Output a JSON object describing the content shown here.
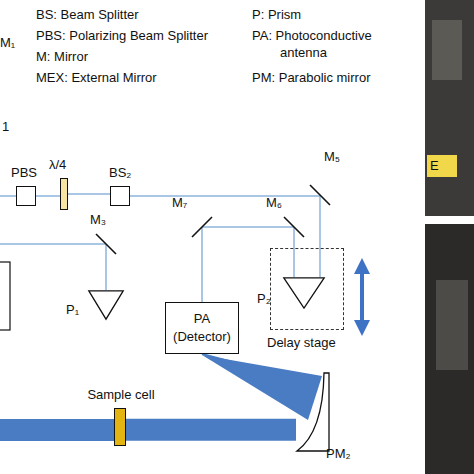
{
  "diagram": {
    "nodes": [
      {
        "text": [
          "PBS"
        ]
      },
      {
        "text": [
          "λ/4"
        ]
      },
      {
        "text": [
          "BS₂"
        ]
      },
      {
        "text": [
          "M₃"
        ]
      },
      {
        "text": [
          "P₁"
        ]
      },
      {
        "text": [
          "M₅"
        ]
      },
      {
        "text": [
          "Delay stage"
        ]
      },
      {
        "text": [
          "P₂"
        ],
        "in": 6
      },
      {
        "text": [
          "M₆"
        ]
      },
      {
        "text": [
          "M₇"
        ]
      },
      {
        "text": [
          "PA",
          "(Detector)"
        ]
      },
      {
        "text": [
          "PM₂"
        ]
      },
      {
        "text": [
          "Sample cell"
        ]
      }
    ],
    "edges": [
      {
        "from": 0,
        "to": 1,
        "arrow": "none"
      },
      {
        "from": 1,
        "to": 2,
        "arrow": "none"
      },
      {
        "from": 2,
        "to": 5,
        "arrow": "none"
      },
      {
        "from": 5,
        "to": 7,
        "arrow": "none"
      },
      {
        "from": 7,
        "to": 8,
        "arrow": "none"
      },
      {
        "from": 8,
        "to": 9,
        "arrow": "none"
      },
      {
        "from": 9,
        "to": 10,
        "arrow": "none"
      },
      {
        "from": 10,
        "to": 11,
        "arrow": "none"
      },
      {
        "from": 11,
        "to": 12,
        "arrow": "none"
      },
      {
        "from": 3,
        "to": 4,
        "arrow": "none"
      }
    ],
    "labels": [
      "BS: Beam Splitter",
      "PBS: Polarizing Beam Splitter",
      "M: Mirror",
      "MEX: External Mirror",
      "P: Prism",
      "PA: Photoconductive antenna",
      "PM: Parabolic mirror",
      "M₁",
      "1",
      "E"
    ]
  }
}
